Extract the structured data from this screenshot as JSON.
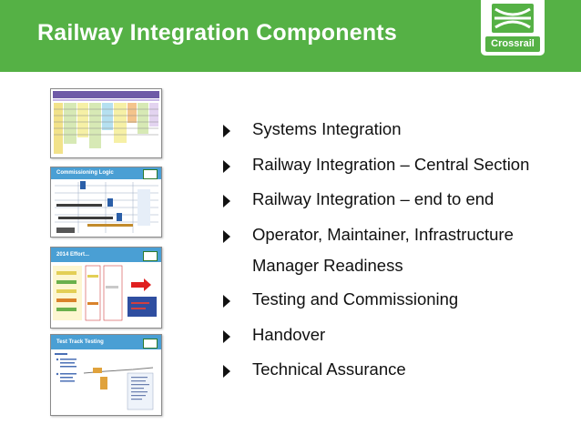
{
  "slide": {
    "title": "Railway Integration Components",
    "logo_text": "Crossrail",
    "brand_color": "#55b145",
    "accent_color": "#4a9fd4"
  },
  "thumbnails": [
    {
      "title": ""
    },
    {
      "title": "Commissioning Logic"
    },
    {
      "title": "2014 Effort..."
    },
    {
      "title": "Test Track Testing"
    }
  ],
  "bullets": [
    {
      "text": "Systems Integration"
    },
    {
      "text": "Railway Integration – Central Section"
    },
    {
      "text": "Railway Integration – end to end"
    },
    {
      "text": "Operator, Maintainer, Infrastructure",
      "text2": "Manager Readiness"
    },
    {
      "text": "Testing and Commissioning"
    },
    {
      "text": "Handover"
    },
    {
      "text": "Technical Assurance"
    }
  ]
}
